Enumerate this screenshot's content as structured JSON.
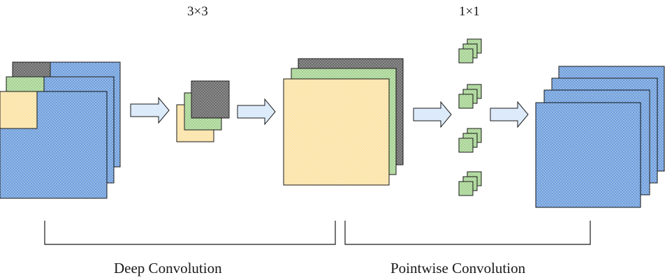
{
  "labels": {
    "kernel_3x3": "3×3",
    "kernel_1x1": "1×1",
    "deep_convolution": "Deep Convolution",
    "pointwise_convolution": "Pointwise Convolution"
  },
  "colors": {
    "blue": "#6f9fdc",
    "green": "#a6d392",
    "gray": "#6b6b6b",
    "yellow": "#fbe3a6",
    "arrow_fill": "#d7e8fa",
    "stroke": "#1a1a1a"
  }
}
